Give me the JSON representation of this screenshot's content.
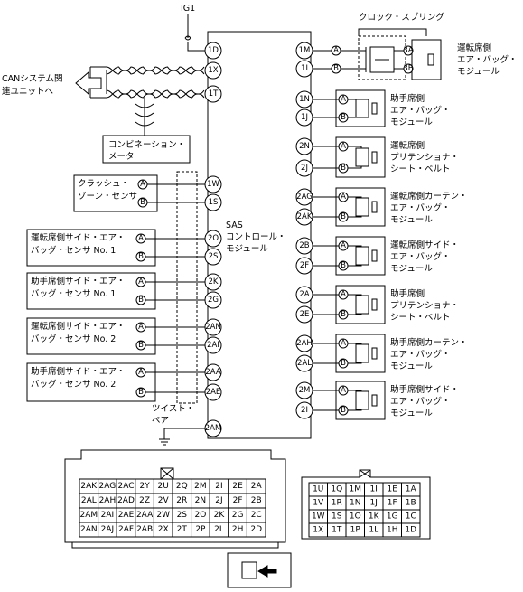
{
  "top_label": "IG1",
  "can_label": [
    "CANシステム関",
    "連ユニットへ"
  ],
  "combination_meter": [
    "コンビネーション・",
    "メータ"
  ],
  "clock_spring": "クロック・スプリング",
  "sas_label": [
    "SAS",
    "コントロール・",
    "モジュール"
  ],
  "twist_pair": [
    "ツイスト・",
    "ペア"
  ],
  "left_pins": [
    "1D",
    "1X",
    "1T",
    "1W",
    "1S",
    "2O",
    "2S",
    "2K",
    "2G",
    "2AN",
    "2AI",
    "2AA",
    "2AE",
    "2AM"
  ],
  "right_pins": [
    "1M",
    "1I",
    "1N",
    "1J",
    "2N",
    "2J",
    "2AG",
    "2AK",
    "2B",
    "2F",
    "2A",
    "2E",
    "2AH",
    "2AL",
    "2M",
    "2I"
  ],
  "sensors": [
    {
      "lines": [
        "クラッシュ・",
        "ゾーン・センサ"
      ]
    },
    {
      "lines": [
        "運転席側サイド・エア・",
        "バッグ・センサ No. 1"
      ]
    },
    {
      "lines": [
        "助手席側サイド・エア・",
        "バッグ・センサ No. 1"
      ]
    },
    {
      "lines": [
        "運転席側サイド・エア・",
        "バッグ・センサ No. 2"
      ]
    },
    {
      "lines": [
        "助手席側サイド・エア・",
        "バッグ・センサ No. 2"
      ]
    }
  ],
  "sensor_terminals": [
    "A",
    "B"
  ],
  "clock_terminals": [
    "A",
    "B",
    "3A",
    "3B"
  ],
  "right_components": [
    {
      "lines": [
        "運転席側",
        "エア・バッグ・",
        "モジュール"
      ]
    },
    {
      "lines": [
        "助手席側",
        "エア・バッグ・",
        "モジュール"
      ]
    },
    {
      "lines": [
        "運転席側",
        "プリテンショナ・",
        "シート・ベルト"
      ]
    },
    {
      "lines": [
        "運転席側カーテン・",
        "エア・バッグ・",
        "モジュール"
      ]
    },
    {
      "lines": [
        "運転席側サイド・",
        "エア・バッグ・",
        "モジュール"
      ]
    },
    {
      "lines": [
        "助手席側",
        "プリテンショナ・",
        "シート・ベルト"
      ]
    },
    {
      "lines": [
        "助手席側カーテン・",
        "エア・バッグ・",
        "モジュール"
      ]
    },
    {
      "lines": [
        "助手席側サイド・",
        "エア・バッグ・",
        "モジュール"
      ]
    }
  ],
  "connector_left": [
    [
      "2AK",
      "2AG",
      "2AC",
      "2Y",
      "2U",
      "2Q",
      "2M",
      "2I",
      "2E",
      "2A"
    ],
    [
      "2AL",
      "2AH",
      "2AD",
      "2Z",
      "2V",
      "2R",
      "2N",
      "2J",
      "2F",
      "2B"
    ],
    [
      "2AM",
      "2AI",
      "2AE",
      "2AA",
      "2W",
      "2S",
      "2O",
      "2K",
      "2G",
      "2C"
    ],
    [
      "2AN",
      "2AJ",
      "2AF",
      "2AB",
      "2X",
      "2T",
      "2P",
      "2L",
      "2H",
      "2D"
    ]
  ],
  "connector_right": [
    [
      "1U",
      "1Q",
      "1M",
      "1I",
      "1E",
      "1A"
    ],
    [
      "1V",
      "1R",
      "1N",
      "1J",
      "1F",
      "1B"
    ],
    [
      "1W",
      "1S",
      "1O",
      "1K",
      "1G",
      "1C"
    ],
    [
      "1X",
      "1T",
      "1P",
      "1L",
      "1H",
      "1D"
    ]
  ]
}
